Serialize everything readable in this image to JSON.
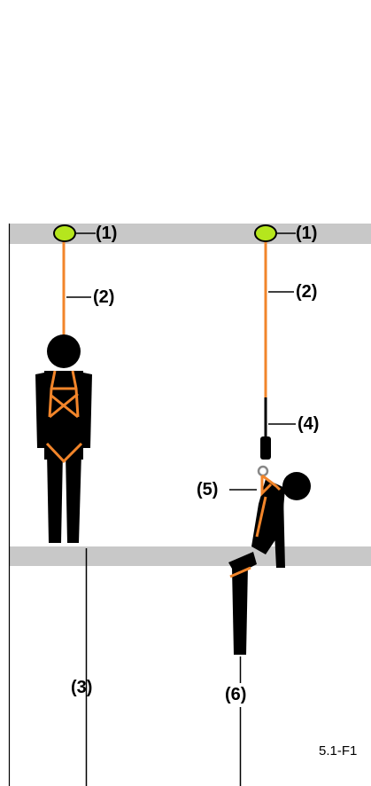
{
  "colors": {
    "beam": "#c8c8c8",
    "lanyard": "#f2852a",
    "anchor": "#b5e61d",
    "figure": "#000000",
    "frame": "#000000"
  },
  "labels": {
    "anchor_left": "(1)",
    "anchor_right": "(1)",
    "lanyard_left": "(2)",
    "lanyard_right": "(2)",
    "clearance_standing": "(3)",
    "absorber": "(4)",
    "dorsal_ring": "(5)",
    "clearance_fall": "(6)"
  },
  "figure_id": "5.1-F1",
  "icons": [
    "anchor-point-icon",
    "standing-worker-icon",
    "fallen-worker-icon",
    "energy-absorber-icon"
  ]
}
